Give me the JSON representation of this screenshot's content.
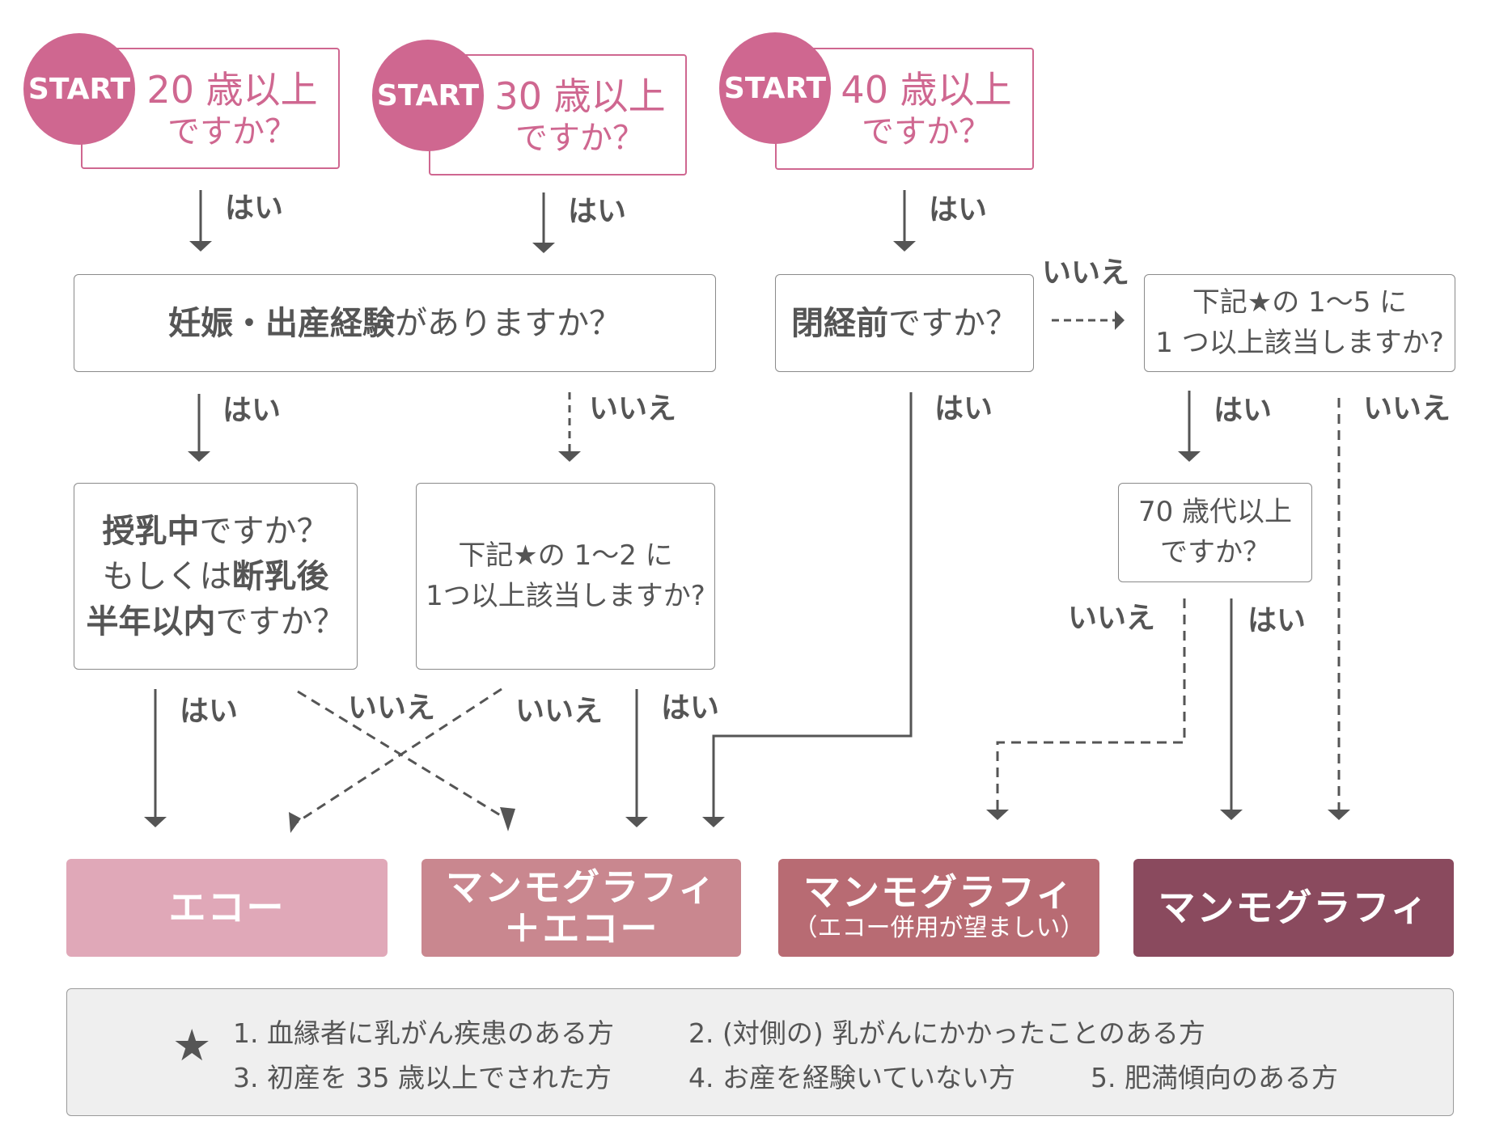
{
  "colors": {
    "start_pink": "#cf6790",
    "line_gray": "#555555",
    "result_echo": "#e0a8b8",
    "result_mammo_echo": "#c9878f",
    "result_mammo_echo_pref": "#b86b73",
    "result_mammo": "#8a4a5e",
    "legend_bg": "#efefef"
  },
  "starts": [
    {
      "badge": "START",
      "line1": "20 歳以上",
      "line2": "ですか？"
    },
    {
      "badge": "START",
      "line1": "30 歳以上",
      "line2": "ですか？"
    },
    {
      "badge": "START",
      "line1": "40 歳以上",
      "line2": "ですか？"
    }
  ],
  "questions": {
    "pregnancy": {
      "bold": "妊娠・出産経験",
      "normal": "がありますか？"
    },
    "menopause": {
      "bold": "閉経前",
      "normal": "ですか？"
    },
    "star1to5": {
      "line1": "下記★の 1〜5 に",
      "line2": "1 つ以上該当しますか?"
    },
    "lactation": {
      "l1_bold": "授乳中",
      "l1_normal": "ですか？",
      "l2_normal": "もしくは",
      "l2_bold": "断乳後",
      "l3_bold": "半年以内",
      "l3_normal": "ですか？"
    },
    "star1to2": {
      "line1": "下記★の 1〜2 に",
      "line2": "1つ以上該当しますか?"
    },
    "age70": {
      "line1": "70 歳代以上",
      "line2": "ですか？"
    }
  },
  "labels": {
    "yes": "はい",
    "no": "いいえ"
  },
  "results": [
    {
      "main": "エコー",
      "sub": ""
    },
    {
      "main": "マンモグラフィ",
      "sub": "＋エコー"
    },
    {
      "main": "マンモグラフィ",
      "sub": "（エコー併用が望ましい）"
    },
    {
      "main": "マンモグラフィ",
      "sub": ""
    }
  ],
  "legend": {
    "icon": "★",
    "items": [
      "1. 血縁者に乳がん疾患のある方",
      "2. (対側の) 乳がんにかかったことのある方",
      "3. 初産を 35 歳以上でされた方",
      "4. お産を経験いていない方",
      "5. 肥満傾向のある方"
    ]
  }
}
